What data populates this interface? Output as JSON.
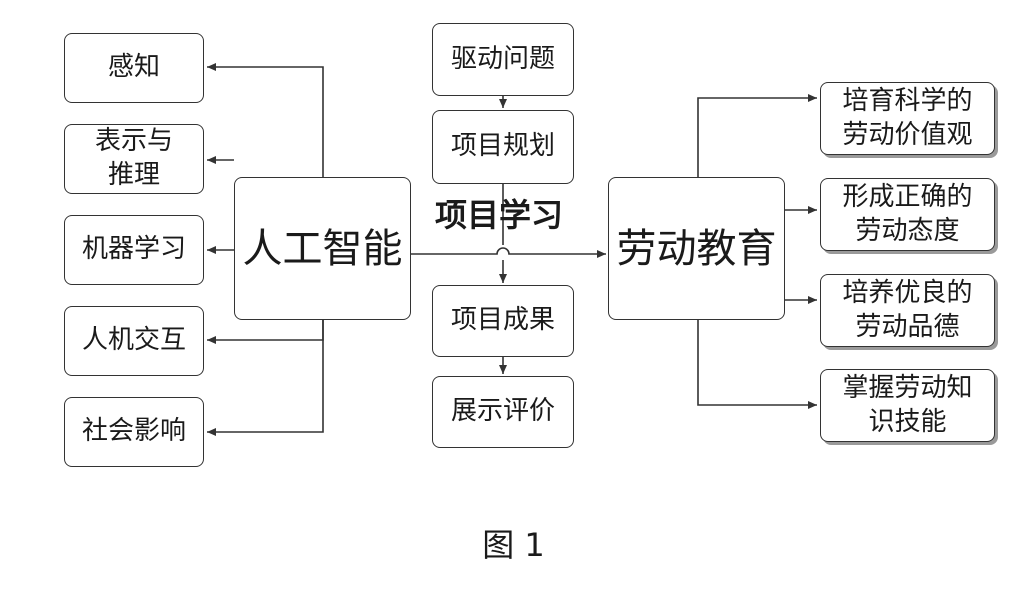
{
  "central_left": "人工智能",
  "central_right": "劳动教育",
  "bridge_label": "项目学习",
  "ai_branches": [
    "感知",
    "表示与\n推理",
    "机器学习",
    "人机交互",
    "社会影响"
  ],
  "project_steps_top": [
    "驱动问题",
    "项目规划"
  ],
  "project_steps_bottom": [
    "项目成果",
    "展示评价"
  ],
  "labor_goals": [
    "培育科学的\n劳动价值观",
    "形成正确的\n劳动态度",
    "培养优良的\n劳动品德",
    "掌握劳动知\n识技能"
  ],
  "caption": "图 1"
}
